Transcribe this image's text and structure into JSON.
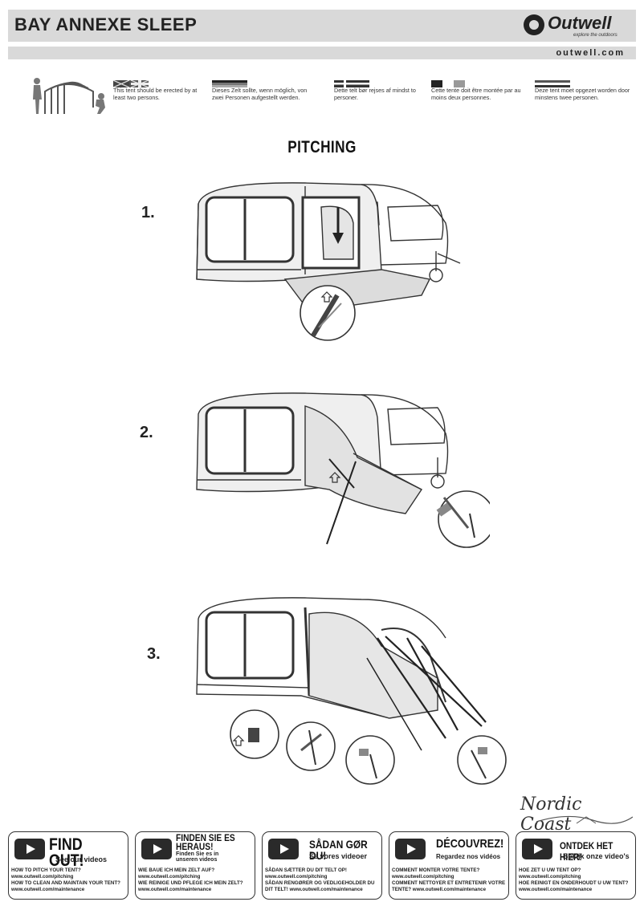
{
  "header": {
    "title": "BAY ANNEXE SLEEP",
    "logo": {
      "name": "Outwell",
      "tagline": "explore the outdoors"
    },
    "url": "outwell.com"
  },
  "instructions": [
    {
      "lang": "en",
      "text": "This tent should be erected by at least two persons."
    },
    {
      "lang": "de",
      "text": "Dieses Zelt sollte, wenn möglich, von zwei Personen aufgestellt werden."
    },
    {
      "lang": "da",
      "text": "Dette telt bør rejses af mindst to personer."
    },
    {
      "lang": "fr",
      "text": "Cette tente doit être montée par au moins deux personnes."
    },
    {
      "lang": "nl",
      "text": "Deze tent moet opgezet worden door minstens twee personen."
    }
  ],
  "section_title": "PITCHING",
  "steps": [
    {
      "number": "1."
    },
    {
      "number": "2."
    },
    {
      "number": "3."
    }
  ],
  "brand_mark": "Nordic Coast",
  "video_cards": [
    {
      "headline": "FIND OUT!",
      "subline": "See our videos",
      "line1": "HOW TO PITCH YOUR TENT?",
      "link1": "www.outwell.com/pitching",
      "line2": "HOW TO CLEAN AND MAINTAIN YOUR TENT?",
      "link2": "www.outwell.com/maintenance"
    },
    {
      "headline": "FINDEN SIE ES HERAUS!",
      "subline": "Finden Sie es in unseren videos",
      "line1": "WIE BAUE ICH MEIN ZELT AUF?",
      "link1": "www.outwell.com/pitching",
      "line2": "WIE REINIGE UND PFLEGE ICH MEIN ZELT?",
      "link2": "www.outwell.com/maintenance"
    },
    {
      "headline": "SÅDAN GØR DU!",
      "subline": "Se vores videoer",
      "line1": "SÅDAN SÆTTER DU DIT TELT OP!",
      "link1": "www.outwell.com/pitching",
      "line2": "SÅDAN RENGØRER OG VEDLIGEHOLDER DU DIT TELT! www.outwell.com/maintenance",
      "link2": ""
    },
    {
      "headline": "DÉCOUVREZ!",
      "subline": "Regardez nos vidéos",
      "line1": "COMMENT MONTER VOTRE TENTE?",
      "link1": "www.outwell.com/pitching",
      "line2": "COMMENT NETTOYER ET ENTRETENIR VOTRE TENTE? www.outwell.com/maintenance",
      "link2": ""
    },
    {
      "headline": "ONTDEK HET HIER!",
      "subline": "Bekijk onze video's",
      "line1": "HOE ZET U UW TENT OP?",
      "link1": "www.outwell.com/pitching",
      "line2": "HOE REINIGT EN ONDERHOUDT U UW TENT?",
      "link2": "www.outwell.com/maintenance"
    }
  ]
}
